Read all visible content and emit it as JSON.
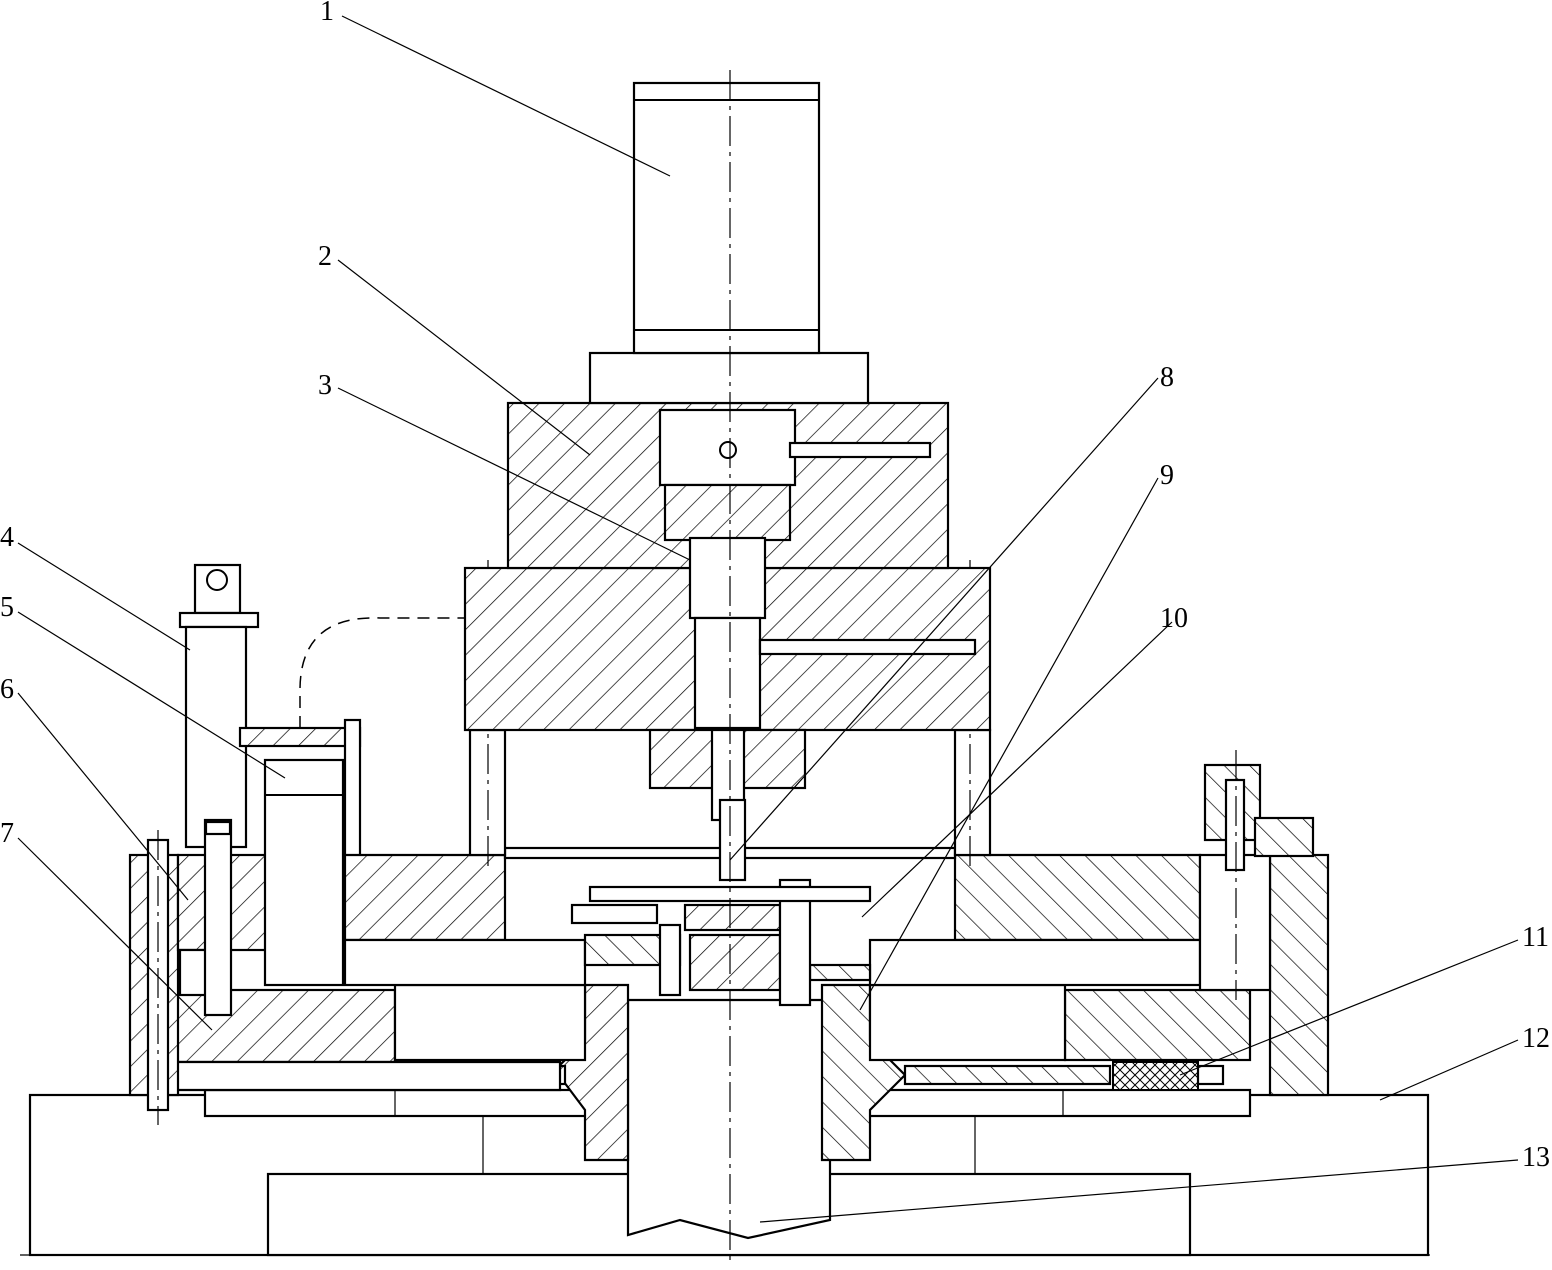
{
  "figure": {
    "callouts": [
      {
        "id": "c1",
        "label": "1"
      },
      {
        "id": "c2",
        "label": "2"
      },
      {
        "id": "c3",
        "label": "3"
      },
      {
        "id": "c4",
        "label": "4"
      },
      {
        "id": "c5",
        "label": "5"
      },
      {
        "id": "c6",
        "label": "6"
      },
      {
        "id": "c7",
        "label": "7"
      },
      {
        "id": "c8",
        "label": "8"
      },
      {
        "id": "c9",
        "label": "9"
      },
      {
        "id": "c10",
        "label": "10"
      },
      {
        "id": "c11",
        "label": "11"
      },
      {
        "id": "c12",
        "label": "12"
      },
      {
        "id": "c13",
        "label": "13"
      }
    ]
  }
}
